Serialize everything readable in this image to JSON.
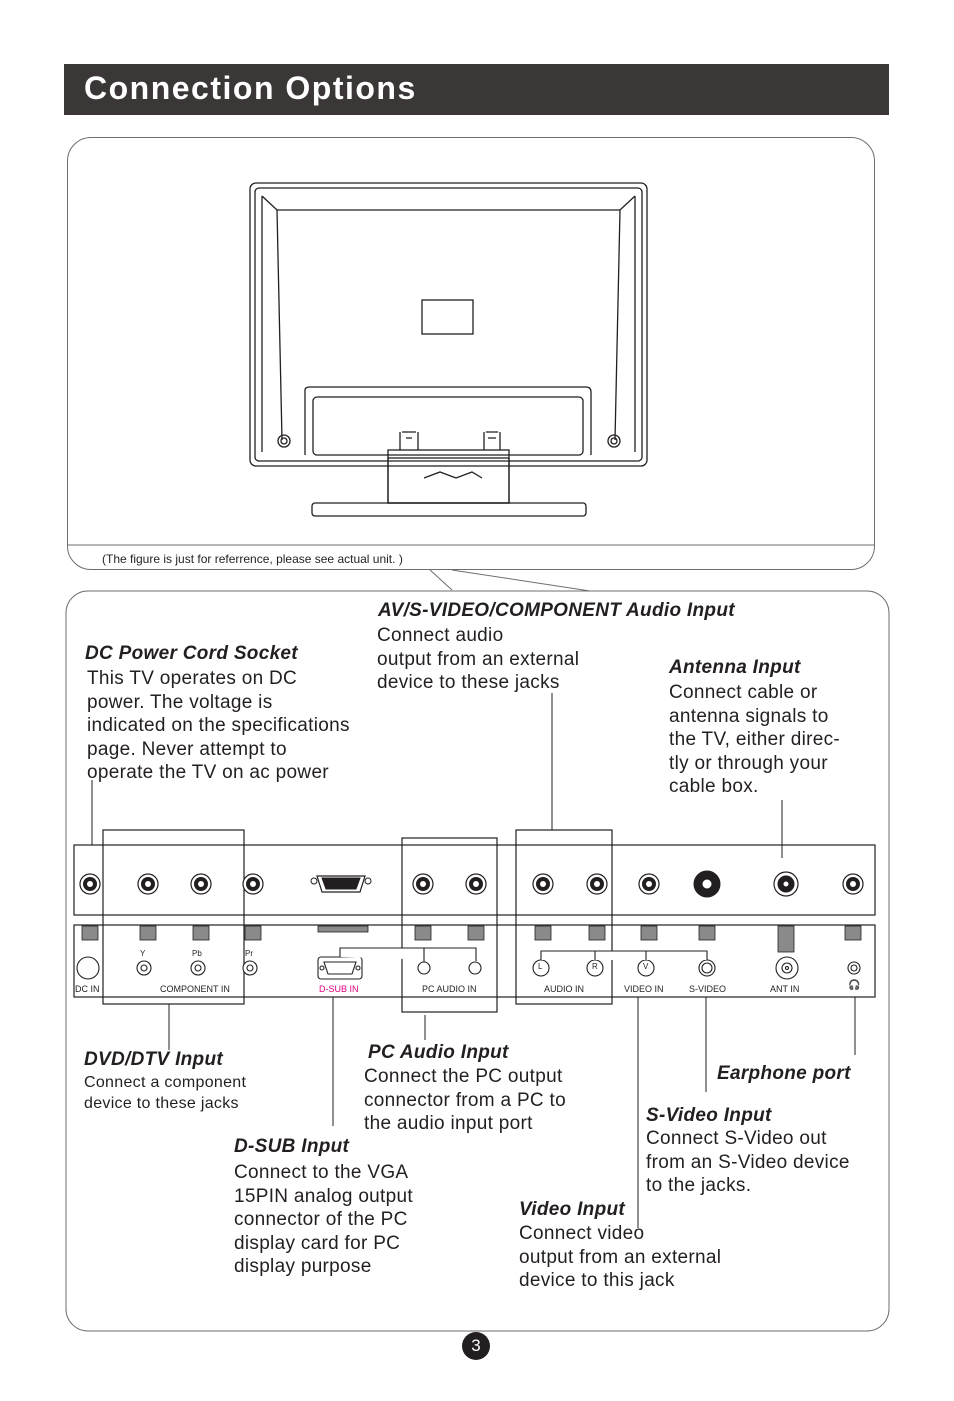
{
  "page_title": "Connection Options",
  "figure_note": "(The figure is just for referrence, please see actual unit. )",
  "page_number": "3",
  "panel_labels": {
    "dc_in": "DC IN",
    "component_in": "COMPONENT IN",
    "y": "Y",
    "pb": "Pb",
    "pr": "Pr",
    "dsub_in": "D-SUB IN",
    "pc_audio_in": "PC AUDIO IN",
    "audio_in": "AUDIO IN",
    "left": "L",
    "right": "R",
    "video_in": "VIDEO IN",
    "v": "V",
    "s_video": "S-VIDEO",
    "ant_in": "ANT IN",
    "earphone": "🎧"
  },
  "colors": {
    "title_bar": "#3a3736",
    "dsub_label": "#e4007f"
  },
  "callouts": {
    "av_input": {
      "heading": "AV/S-VIDEO/COMPONENT Audio Input",
      "body": "Connect audio\noutput from an external\ndevice to these jacks"
    },
    "dc_power": {
      "heading": "DC Power Cord Socket",
      "body": "This TV operates on DC\npower. The voltage is\nindicated on the specifications\npage. Never attempt to\noperate the TV on ac power"
    },
    "antenna": {
      "heading": "Antenna Input",
      "body": "Connect cable or\nantenna signals to\nthe TV, either direc-\ntly or through your\ncable box."
    },
    "dvd_dtv": {
      "heading": "DVD/DTV Input",
      "body": "Connect a component\ndevice to these jacks"
    },
    "pc_audio": {
      "heading": "PC Audio Input",
      "body": "Connect the PC output\nconnector from a PC to\nthe audio input port"
    },
    "earphone": {
      "heading": "Earphone port"
    },
    "svideo": {
      "heading": "S-Video Input",
      "body": "Connect S-Video out\nfrom an S-Video device\nto the jacks."
    },
    "dsub": {
      "heading": "D-SUB  Input",
      "body": "Connect to the VGA\n15PIN analog output\nconnector of the PC\ndisplay card for PC\ndisplay purpose"
    },
    "video": {
      "heading": "Video Input",
      "body": "Connect video\noutput from an external\ndevice to this jack"
    }
  }
}
